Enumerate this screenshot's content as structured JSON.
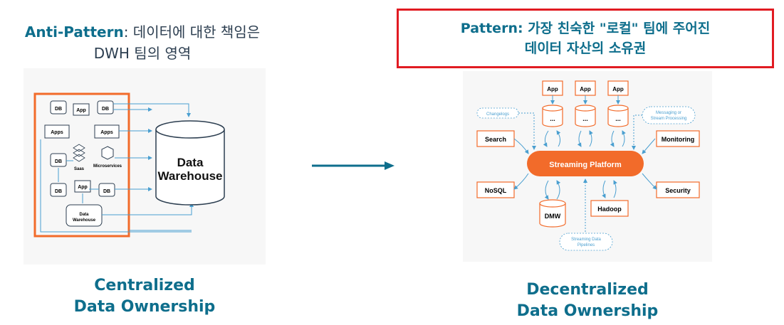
{
  "left": {
    "title_bold": "Anti-Pattern",
    "title_rest": ": 데이터에 대한 책임은",
    "title_line2": "DWH 팀의 영역",
    "caption_line1": "Centralized",
    "caption_line2": "Data Ownership",
    "diagram": {
      "db": "DB",
      "app": "App",
      "apps": "Apps",
      "saas": "Saas",
      "microservices": "Microservices",
      "small_dw_line1": "Data",
      "small_dw_line2": "Warehouse",
      "big_dw_line1": "Data",
      "big_dw_line2": "Warehouse"
    }
  },
  "right": {
    "title_line1": "Pattern: 가장 친숙한 \"로컬\" 팀에 주어진",
    "title_line2": "데이터 자산의 소유권",
    "caption_line1": "Decentralized",
    "caption_line2": "Data Ownership",
    "diagram": {
      "app": "App",
      "dots": "...",
      "changelogs": "Changelogs",
      "messaging_line1": "Messaging or",
      "messaging_line2": "Stream Processing",
      "search": "Search",
      "monitoring": "Monitoring",
      "streaming": "Streaming Platform",
      "nosql": "NoSQL",
      "security": "Security",
      "dmw": "DMW",
      "hadoop": "Hadoop",
      "pipelines_line1": "Streaming Data",
      "pipelines_line2": "Pipelines"
    }
  },
  "colors": {
    "teal": "#0e6e8c",
    "red": "#e11b22",
    "orange": "#f26b2a",
    "diagram_blue": "#4a9fd0"
  }
}
